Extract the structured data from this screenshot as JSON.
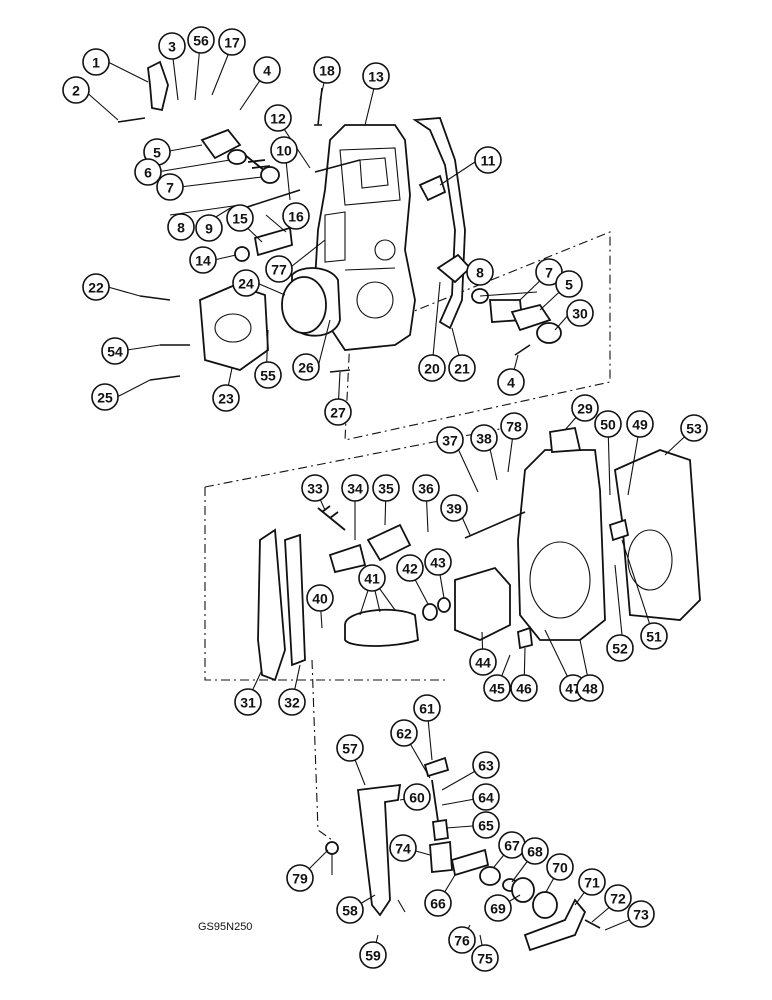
{
  "drawing_code": "GS95N250",
  "callouts": [
    "1",
    "2",
    "3",
    "56",
    "17",
    "4",
    "18",
    "13",
    "12",
    "5",
    "6",
    "7",
    "10",
    "11",
    "8",
    "9",
    "15",
    "16",
    "14",
    "77",
    "22",
    "24",
    "23",
    "54",
    "55",
    "25",
    "26",
    "27",
    "20",
    "21",
    "30",
    "29",
    "37",
    "38",
    "78",
    "50",
    "49",
    "53",
    "33",
    "34",
    "35",
    "36",
    "39",
    "40",
    "41",
    "42",
    "43",
    "44",
    "31",
    "32",
    "45",
    "46",
    "47",
    "48",
    "52",
    "51",
    "61",
    "62",
    "63",
    "57",
    "60",
    "64",
    "65",
    "79",
    "74",
    "67",
    "68",
    "70",
    "71",
    "58",
    "66",
    "69",
    "72",
    "73",
    "59",
    "76",
    "75"
  ]
}
